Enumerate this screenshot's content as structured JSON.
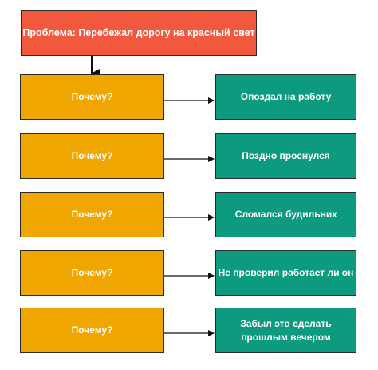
{
  "problem": {
    "label": "Проблема: Перебежал дорогу на красный свет"
  },
  "rows": [
    {
      "why": "Почему?",
      "answer": "Опоздал на работу"
    },
    {
      "why": "Почему?",
      "answer": "Поздно проснулся"
    },
    {
      "why": "Почему?",
      "answer": "Сломался будильник"
    },
    {
      "why": "Почему?",
      "answer": "Не проверил работает ли он"
    },
    {
      "why": "Почему?",
      "answer": "Забыл это сделать\nпрошлым вечером"
    }
  ],
  "colors": {
    "problem": "#f2583e",
    "why": "#efa600",
    "answer": "#0d9b80",
    "border": "#2b2b2b",
    "text": "#ffffff"
  }
}
